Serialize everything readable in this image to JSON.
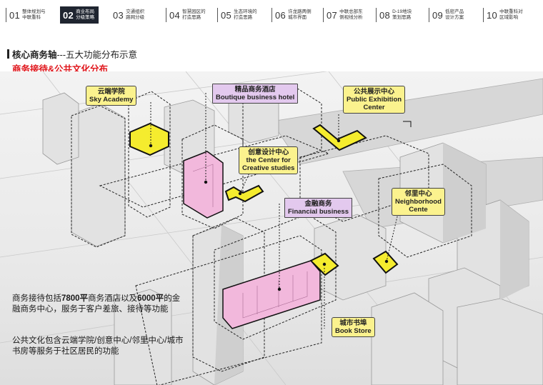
{
  "nav": {
    "tabs": [
      {
        "num": "01",
        "label": "整体规划与\n中联重科",
        "active": false
      },
      {
        "num": "02",
        "label": "商业布局\n分级策略",
        "active": true
      },
      {
        "num": "03",
        "label": "交通组织\n路网分级",
        "active": false
      },
      {
        "num": "04",
        "label": "智慧园区的\n打造思路",
        "active": false
      },
      {
        "num": "05",
        "label": "生态环境的\n打造思路",
        "active": false
      },
      {
        "num": "06",
        "label": "许龙路两侧\n城市界面",
        "active": false
      },
      {
        "num": "07",
        "label": "中联总部东\n侧视线分析",
        "active": false
      },
      {
        "num": "08",
        "label": "D-19地块\n策划思路",
        "active": false
      },
      {
        "num": "09",
        "label": "低密产品\n设计方案",
        "active": false
      },
      {
        "num": "10",
        "label": "中联重科对\n区域影响",
        "active": false
      }
    ]
  },
  "heading": {
    "bold": "核心商务轴",
    "rest": "---五大功能分布示意"
  },
  "subheading": "商务接待&公共文化分布",
  "callouts": {
    "sky_academy": "云端学院\nSky  Academy",
    "boutique_hotel": "精品商务酒店\nBoutique business hotel",
    "exhibition": "公共展示中心\nPublic Exhibition\nCenter",
    "creative": "创意设计中心\nthe Center for\nCreative studies",
    "financial": "金融商务\nFinancial business",
    "neighborhood": "邻里中心\nNeighborhood\nCente",
    "bookstore": "城市书埠\nBook Store"
  },
  "description": {
    "p1_a": "商务接待包括",
    "p1_b": "7800平",
    "p1_c": "商务酒店以及",
    "p1_d": "6000平",
    "p1_e": "的金融商务中心，服务于客户差旅、接待等功能",
    "p2": "公共文化包含云端学院/创意中心/邻里中心/城市书房等服务于社区居民的功能"
  },
  "colors": {
    "accent_red": "#e0161c",
    "nav_active": "#1f2530",
    "yellow": "#f5ec2e",
    "pink": "#f2b8dc"
  }
}
